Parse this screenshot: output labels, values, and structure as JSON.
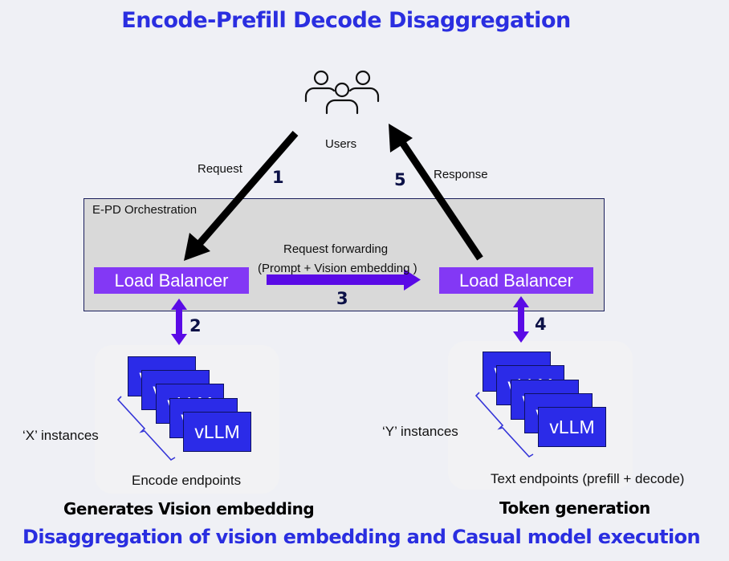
{
  "title": "Encode-Prefill Decode Disaggregation",
  "users": {
    "icon": "users-icon",
    "label": "Users"
  },
  "flow": {
    "request_label": "Request",
    "response_label": "Response",
    "step1": "1",
    "step2": "2",
    "step3": "3",
    "step4": "4",
    "step5": "5",
    "forwarding_line1": "Request forwarding",
    "forwarding_line2": "(Prompt + Vision embedding )"
  },
  "orchestration": {
    "label": "E-PD Orchestration",
    "left_lb": "Load Balancer",
    "right_lb": "Load Balancer"
  },
  "encode": {
    "instances_label": "‘X’ instances",
    "stack": [
      "vLLM",
      "vLLM",
      "vLLM",
      "vLLM",
      "vLLM"
    ],
    "endpoint_label": "Encode endpoints",
    "heading": "Generates Vision embedding"
  },
  "text": {
    "instances_label": "‘Y’ instances",
    "stack": [
      "vLLM",
      "vLLM",
      "vLLM",
      "vLLM",
      "vLLM"
    ],
    "endpoint_label": "Text endpoints (prefill + decode)",
    "heading": "Token generation"
  },
  "footer": "Disaggregation of vision embedding and Casual model execution",
  "colors": {
    "title_blue": "#2a2ee0",
    "load_balancer": "#8338f5",
    "vllm_box": "#2b2be8",
    "arrow_purple": "#5a0ae6",
    "orchestration_bg": "#d9d9d9"
  }
}
